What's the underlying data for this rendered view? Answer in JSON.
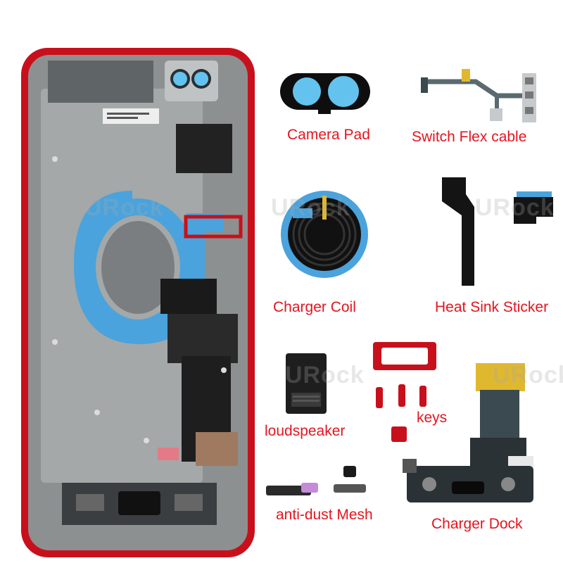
{
  "labels": {
    "camera_pad": "Camera Pad",
    "switch_flex_cable": "Switch Flex cable",
    "charger_coil": "Charger Coil",
    "heat_sink_sticker": "Heat Sink Sticker",
    "loudspeaker": "loudspeaker",
    "keys": "keys",
    "anti_dust_mesh": "anti-dust Mesh",
    "charger_dock": "Charger Dock"
  },
  "watermarks": [
    "URock",
    "URock",
    "URock",
    "URock",
    "URock",
    "URock"
  ],
  "colors": {
    "label_red": "#e4151f",
    "housing_red": "#c8101c",
    "frame_interior": "#8c9090",
    "coil_blue": "#4aa3dc",
    "flex_black": "#1a1a1a"
  }
}
